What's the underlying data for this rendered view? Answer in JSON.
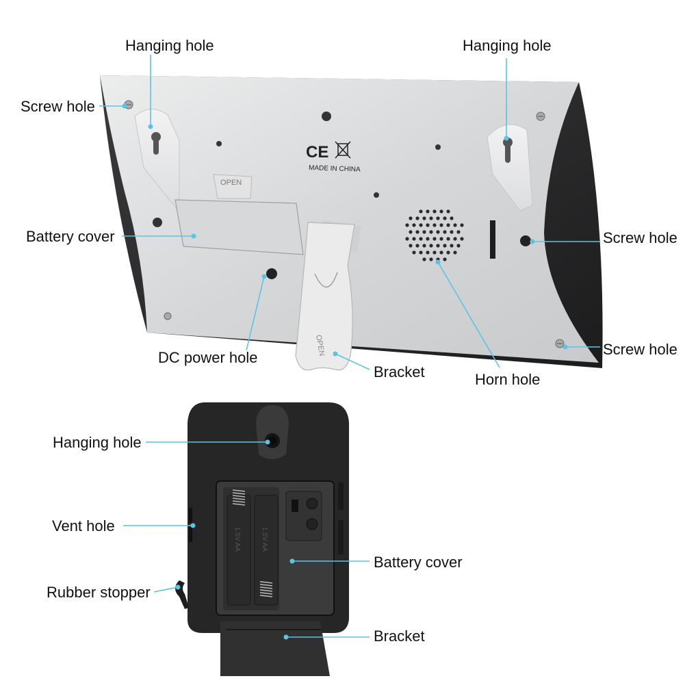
{
  "colors": {
    "callout": "#5cc3e6",
    "frame_silver": "#d9dadc",
    "frame_black": "#2a2a2c",
    "device_black": "#232323"
  },
  "top_device": {
    "labels": {
      "hanging_hole_left": "Hanging hole",
      "hanging_hole_right": "Hanging hole",
      "screw_hole_left": "Screw hole",
      "screw_hole_right": "Screw hole",
      "screw_hole_bottom_right": "Screw hole",
      "battery_cover": "Battery cover",
      "dc_power_hole": "DC power hole",
      "bracket": "Bracket",
      "horn_hole": "Horn hole"
    },
    "markings": {
      "ce": "CE",
      "made_in": "MADE IN CHINA",
      "open_cover": "OPEN",
      "open_bracket": "OPEN"
    }
  },
  "bottom_device": {
    "labels": {
      "hanging_hole": "Hanging hole",
      "vent_hole": "Vent hole",
      "rubber_stopper": "Rubber stopper",
      "battery_cover": "Battery cover",
      "bracket": "Bracket"
    },
    "markings": {
      "battery_1": "1.5V AA",
      "battery_2": "1.5V AA"
    }
  }
}
